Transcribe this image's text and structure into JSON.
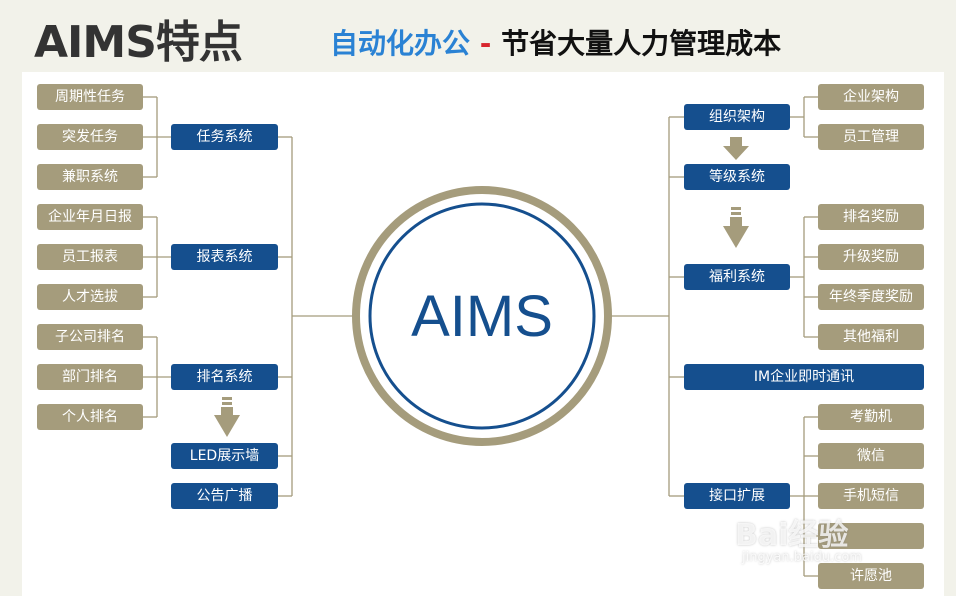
{
  "header": {
    "title": "AIMS特点",
    "subtitle_part1": "自动化办公",
    "subtitle_dash": "-",
    "subtitle_part2": "节省大量人力管理成本"
  },
  "center": {
    "label": "AIMS"
  },
  "left_groups": [
    {
      "label": "任务系统",
      "children": [
        "周期性任务",
        "突发任务",
        "兼职系统"
      ]
    },
    {
      "label": "报表系统",
      "children": [
        "企业年月日报",
        "员工报表",
        "人才选拔"
      ]
    },
    {
      "label": "排名系统",
      "children": [
        "子公司排名",
        "部门排名",
        "个人排名"
      ]
    }
  ],
  "left_extra": {
    "led": "LED展示墙",
    "notice": "公告广播"
  },
  "right": {
    "org": {
      "label": "组织架构",
      "children": [
        "企业架构",
        "员工管理"
      ]
    },
    "level": {
      "label": "等级系统"
    },
    "welfare": {
      "label": "福利系统",
      "children": [
        "排名奖励",
        "升级奖励",
        "年终季度奖励",
        "其他福利"
      ]
    },
    "im": {
      "label": "IM企业即时通讯"
    },
    "interface": {
      "label": "接口扩展",
      "children": [
        "考勤机",
        "微信",
        "手机短信",
        "",
        "许愿池"
      ]
    }
  },
  "watermark": {
    "brand": "Bai经验",
    "url": "jingyan.baidu.com"
  },
  "colors": {
    "tan": "#a59c7c",
    "blue": "#154f8e",
    "line": "#a59c7c",
    "title_blue": "#2a82d4",
    "dash_red": "#d8262e"
  }
}
